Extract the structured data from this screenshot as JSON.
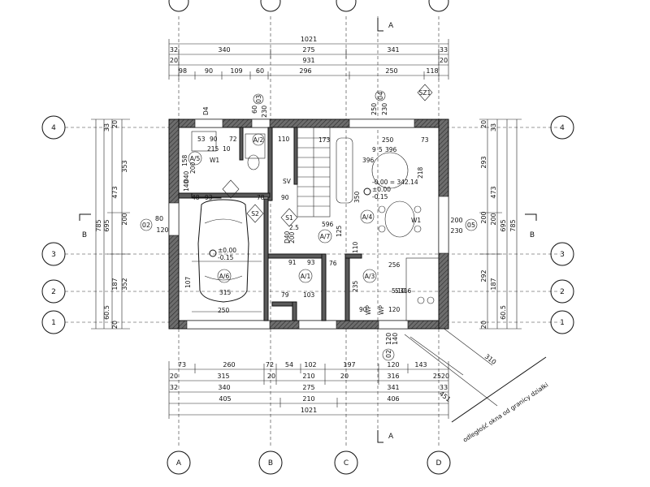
{
  "axes": {
    "columns": [
      "A",
      "B",
      "C",
      "D"
    ],
    "rows": [
      "1",
      "2",
      "3",
      "4"
    ]
  },
  "section_marks": {
    "horizontal": "B",
    "vertical": "A"
  },
  "dims_top": {
    "row1": [
      "1021"
    ],
    "row2": [
      "32",
      "340",
      "275",
      "341",
      "33"
    ],
    "row3": [
      "20",
      "931",
      "20"
    ],
    "row4": [
      "98",
      "90",
      "109",
      "60",
      "296",
      "250",
      "118"
    ]
  },
  "dims_bottom": {
    "row1": [
      "73",
      "260",
      "72",
      "54",
      "102",
      "197",
      "120",
      "143"
    ],
    "row2": [
      "20",
      "315",
      "20",
      "210",
      "20",
      "316",
      "25",
      "20"
    ],
    "row3": [
      "32",
      "340",
      "275",
      "341",
      "33"
    ],
    "row4": [
      "405",
      "210",
      "406"
    ],
    "row5": [
      "1021"
    ]
  },
  "dims_left": [
    "785",
    "695",
    "473",
    "353",
    "187",
    "352",
    "33",
    "60.5",
    "20",
    "200",
    "20"
  ],
  "dims_right": [
    "785",
    "695",
    "473",
    "293",
    "292",
    "187",
    "33",
    "60.5",
    "20",
    "200",
    "20",
    "200"
  ],
  "openings": {
    "top": [
      "60",
      "03",
      "230",
      "250",
      "04",
      "230",
      "SZ1"
    ],
    "left": [
      "80",
      "02",
      "120"
    ],
    "right": [
      "200",
      "05",
      "230"
    ],
    "bottom": [
      "02",
      "120",
      "140"
    ]
  },
  "rooms": [
    {
      "id": "1/5",
      "label": "A/5"
    },
    {
      "id": "1/2",
      "label": "A/2"
    },
    {
      "id": "s1",
      "label": "S1"
    },
    {
      "id": "s2",
      "label": "S2"
    },
    {
      "id": "1/6",
      "label": "A/6"
    },
    {
      "id": "1/7",
      "label": "A/7"
    },
    {
      "id": "1/4",
      "label": "A/4"
    },
    {
      "id": "1/3",
      "label": "A/3"
    },
    {
      "id": "1/1",
      "label": "A/1"
    }
  ],
  "interior_dims": [
    "53",
    "90",
    "72",
    "110",
    "173",
    "250",
    "73",
    "215",
    "10",
    "9",
    "5",
    "396",
    "396",
    "158",
    "140",
    "48",
    "93",
    "78",
    "90",
    "218",
    "596",
    "125",
    "91",
    "93",
    "256",
    "79",
    "103",
    "110",
    "235",
    "315",
    "5",
    "316",
    "250",
    "107",
    "2.5",
    "350",
    "D40",
    "200",
    "D40",
    "200"
  ],
  "levels": [
    "±0.00",
    "-0.15",
    "±0.00",
    "-0.15",
    "-0.00 = 342.14",
    "5.10"
  ],
  "annotation": "odległość okna od granicy działki",
  "annotation_dims": [
    "310",
    "451"
  ],
  "misc_labels": [
    "W1",
    "W1",
    "WP",
    "WP",
    "SV",
    "120",
    "90",
    "76",
    "D4"
  ]
}
